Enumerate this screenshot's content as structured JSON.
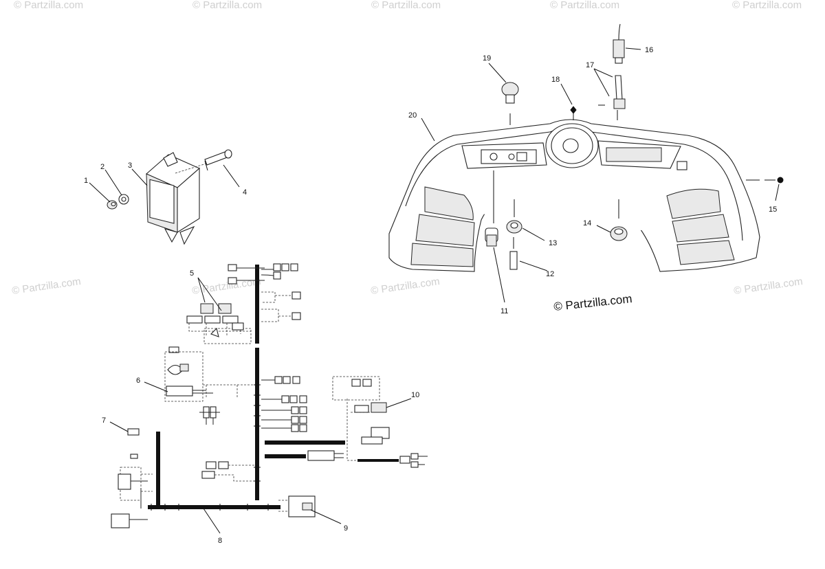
{
  "watermark": {
    "text": "© Partzilla.com"
  },
  "brand_label": "© Partzilla.com",
  "callouts": {
    "c1": "1",
    "c2": "2",
    "c3": "3",
    "c4": "4",
    "c5": "5",
    "c6": "6",
    "c7": "7",
    "c8": "8",
    "c9": "9",
    "c10": "10",
    "c11": "11",
    "c12": "12",
    "c13": "13",
    "c14": "14",
    "c15": "15",
    "c16": "16",
    "c17": "17",
    "c18": "18",
    "c19": "19",
    "c20": "20"
  },
  "colors": {
    "ink": "#111111",
    "watermark": "#cfcfcf",
    "background": "#ffffff"
  }
}
